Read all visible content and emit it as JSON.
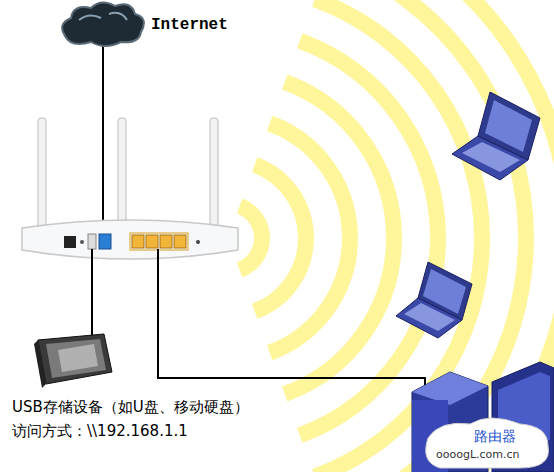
{
  "diagram": {
    "nodes": [
      {
        "text": [
          "Internet"
        ]
      },
      {
        "text": [
          "USB存储设备（如U盘、移动硬盘）",
          "访问方式：\\\\192.168.1.1"
        ]
      }
    ],
    "labels": [
      "路由器",
      "oooogL.com.cn"
    ]
  }
}
